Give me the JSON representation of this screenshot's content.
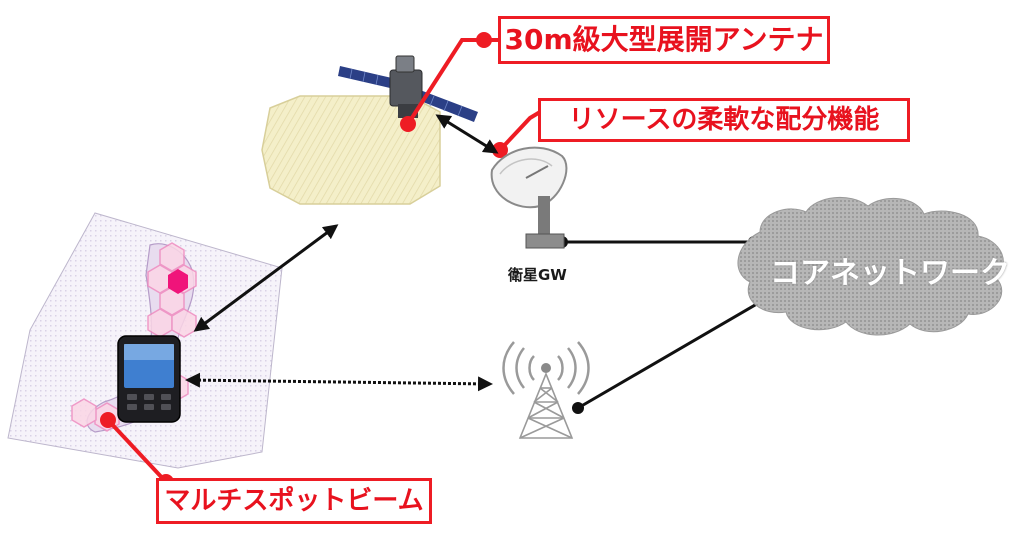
{
  "callouts": {
    "antenna": "30m級大型展開アンテナ",
    "resource": "リソースの柔軟な配分機能",
    "multispot": "マルチスポットビーム"
  },
  "labels": {
    "gateway": "衛星GW",
    "core_network": "コアネットワーク"
  },
  "colors": {
    "callout_red": "#ee1c24",
    "connector_black": "#111111",
    "beam_pink": "#f08cc0",
    "active_beam": "#f0147a",
    "coverage_yellow": "#f3eec4",
    "cloud_gray": "#a8a8a8"
  },
  "icons": [
    "satellite-icon",
    "dish-antenna-icon",
    "smartphone-icon",
    "cell-tower-icon",
    "cloud-icon",
    "japan-map-icon"
  ]
}
